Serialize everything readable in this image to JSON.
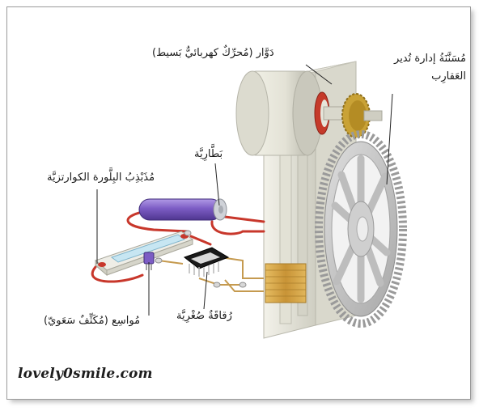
{
  "labels": {
    "gear_line1": "مُسَنَّنَةُ إدارة تُدير",
    "gear_line2": "العَقارِب",
    "motor": "دَوَّار (مُحرِّكٌ كهربائيٌّ بَسيط)",
    "battery": "بَطَّارِيَّة",
    "crystal": "مُذَبْذِبُ البِلَّورة الكوارتزيَّة",
    "capacitor": "مُواسِع (مُكَثِّفٌ سَعَويّ)",
    "chip": "رُقاقَةٌ صُغْرِيَّة"
  },
  "watermark": "lovely0smile.com",
  "colors": {
    "housing": "#e9e8dc",
    "gear": "#c8c8c8",
    "small_gear": "#c9a236",
    "battery": "#7c5cc4",
    "wire_red": "#c8372b",
    "wire_copper": "#c59a4f",
    "coil": "#d6a64c",
    "chip": "#1a1a1a"
  }
}
